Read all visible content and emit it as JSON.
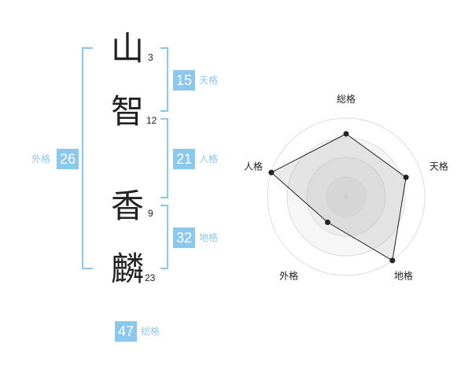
{
  "name": {
    "chars": [
      {
        "char": "山",
        "strokes": "3"
      },
      {
        "char": "智",
        "strokes": "12"
      },
      {
        "char": "香",
        "strokes": "9"
      },
      {
        "char": "麟",
        "strokes": "23"
      }
    ]
  },
  "fortunes": {
    "tenkaku": {
      "value": "15",
      "label": "天格"
    },
    "jinkaku": {
      "value": "21",
      "label": "人格"
    },
    "chikaku": {
      "value": "32",
      "label": "地格"
    },
    "gaikaku": {
      "value": "26",
      "label": "外格"
    },
    "soukaku": {
      "value": "47",
      "label": "総格"
    }
  },
  "chart_data": {
    "type": "radar",
    "axes": [
      "総格",
      "天格",
      "地格",
      "外格",
      "人格"
    ],
    "values": [
      4,
      4,
      5,
      2,
      5
    ],
    "max": 5,
    "rings": 4
  }
}
